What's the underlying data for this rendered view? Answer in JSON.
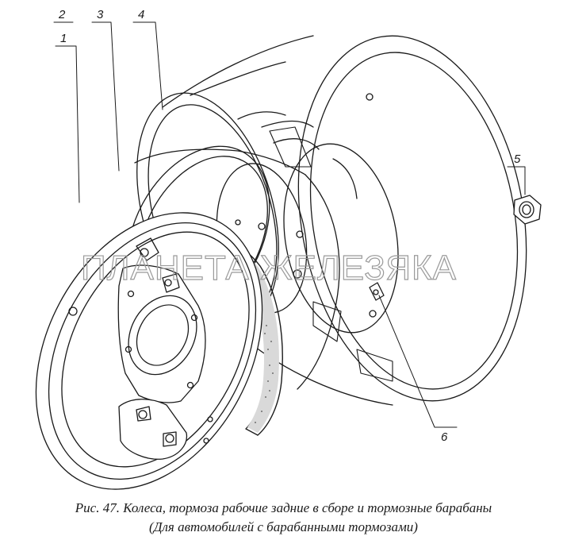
{
  "figure": {
    "callouts": [
      {
        "id": "1",
        "label": "1"
      },
      {
        "id": "2",
        "label": "2"
      },
      {
        "id": "3",
        "label": "3"
      },
      {
        "id": "4",
        "label": "4"
      },
      {
        "id": "5",
        "label": "5"
      },
      {
        "id": "6",
        "label": "6"
      }
    ],
    "watermark": "ПЛАНЕТА ЖЕЛЕЗЯКА",
    "caption_line1": "Рис. 47. Колеса, тормоза рабочие задние в сборе и тормозные барабаны",
    "caption_line2": "(Для автомобилей с барабанными тормозами)"
  }
}
